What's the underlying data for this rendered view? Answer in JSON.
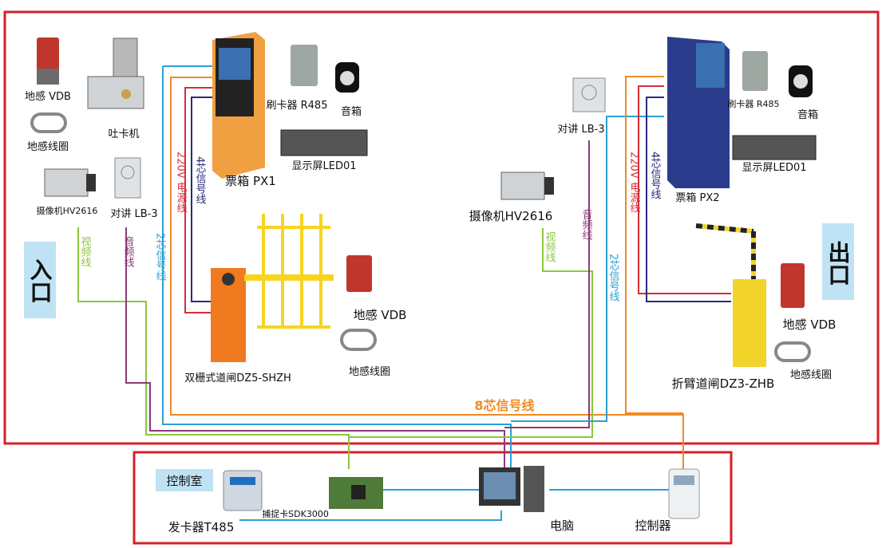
{
  "zones": {
    "entrance": "入口",
    "exit": "出口",
    "control_room": "控制室"
  },
  "entrance": {
    "vdb1": "地感 VDB",
    "loop1": "地感线圈",
    "card_dispenser": "吐卡机",
    "camera": "摄像机HV2616",
    "intercom": "对讲 LB-3",
    "ticket_box": "票箱 PX1",
    "reader": "刷卡器 R485",
    "speaker": "音箱",
    "led": "显示屏LED01",
    "barrier": "双栅式道闸DZ5-SHZH",
    "vdb2": "地感 VDB",
    "loop2": "地感线圈"
  },
  "exit": {
    "intercom": "对讲 LB-3",
    "camera": "摄像机HV2616",
    "ticket_box": "票箱 PX2",
    "reader": "刷卡器 R485",
    "speaker": "音箱",
    "led": "显示屏LED01",
    "barrier": "折臂道闸DZ3-ZHB",
    "vdb": "地感 VDB",
    "loop": "地感线圈"
  },
  "control": {
    "issuer": "发卡器T485",
    "capture": "捕捉卡SDK3000",
    "pc": "电脑",
    "controller": "控制器"
  },
  "wires": {
    "power": "220V 电源线",
    "sig4": "4芯信号线",
    "sig2": "2芯信号线",
    "video": "视频线",
    "audio": "音频线",
    "sig8": "8芯信号线"
  },
  "colors": {
    "frame": "#d6202b",
    "orange": "#f08a24",
    "blue": "#2aa0d6",
    "navy": "#2a2a7a",
    "red": "#d62e3a",
    "green": "#8cc63f",
    "purple": "#8b3a7a",
    "zone_bg": "#bfe3f4"
  }
}
